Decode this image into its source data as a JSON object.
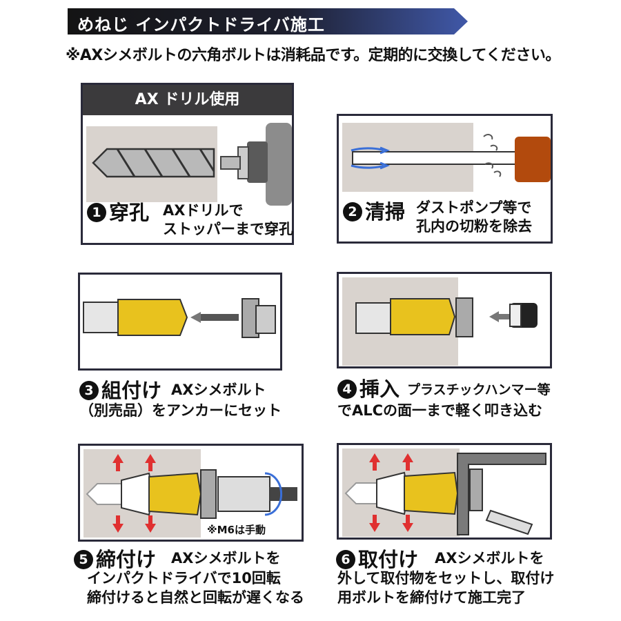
{
  "header": {
    "title": "めねじ インパクトドライバ施工",
    "notice": "※AXシメボルトの六角ボルトは消耗品です。定期的に交換してください。"
  },
  "steps": [
    {
      "num": "1",
      "title": "穿孔",
      "desc_line1": "AXドリルで",
      "desc_line2": "ストッパーまで穿孔",
      "panel_header": "AX ドリル使用"
    },
    {
      "num": "2",
      "title": "清掃",
      "desc_line1": "ダストポンプ等で",
      "desc_line2": "孔内の切粉を除去"
    },
    {
      "num": "3",
      "title": "組付け",
      "desc_line1": "AXシメボルト",
      "desc_line2": "（別売品）をアンカーにセット"
    },
    {
      "num": "4",
      "title": "挿入",
      "desc_line1": "プラスチックハンマー等",
      "desc_line2": "でALCの面一まで軽く叩き込む"
    },
    {
      "num": "5",
      "title": "締付け",
      "desc_line1": "AXシメボルトを",
      "desc_line2": "インパクトドライバで10回転",
      "desc_line3": "締付けると自然と回転が遅くなる",
      "note": "※M6は手動"
    },
    {
      "num": "6",
      "title": "取付け",
      "desc_line1": "AXシメボルトを",
      "desc_line2": "外して取付物をセットし、取付け",
      "desc_line3": "用ボルトを締付けて施工完了"
    }
  ],
  "colors": {
    "banner": "#1a1a1a",
    "banner_accent": "#3a4f9c",
    "anchor_yellow": "#e8c21e",
    "concrete": "#d9d3ce",
    "arrow_red": "#e03030"
  }
}
